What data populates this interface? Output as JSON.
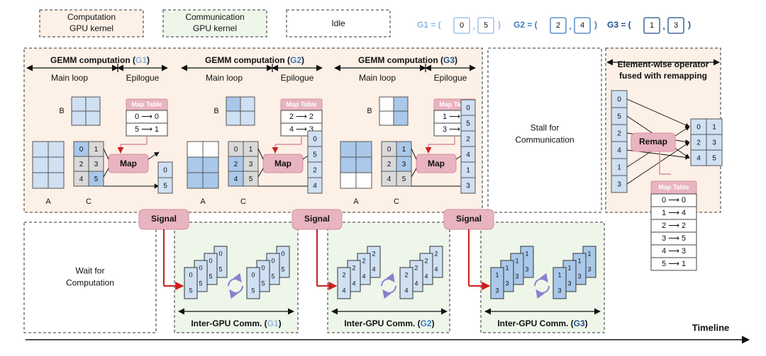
{
  "legend": {
    "computation": "Computation\nGPU kernel",
    "communication": "Communication\nGPU kernel",
    "idle": "Idle"
  },
  "groups": [
    {
      "label": "G1 = (",
      "a": "0",
      "b": "5",
      "close": ")",
      "color": "#8fb8e0"
    },
    {
      "label": "G2 = (",
      "a": "2",
      "b": "4",
      "close": ")",
      "color": "#3a7bbf"
    },
    {
      "label": "G3 = (",
      "a": "1",
      "b": "3",
      "close": ")",
      "color": "#1f4e8c"
    }
  ],
  "gemm": [
    {
      "title_pre": "GEMM computation (",
      "g": "G1",
      "title_post": ")",
      "g_color": "#8fb8e0",
      "main_loop": "Main loop",
      "epilogue": "Epilogue",
      "label_b": "B",
      "label_a": "A",
      "label_c": "C",
      "c_cells": [
        "0",
        "1",
        "2",
        "3",
        "4",
        "5"
      ],
      "map": "Map",
      "map_table_title": "Map Table",
      "map_rows": [
        "0 ⟶ 0",
        "5 ⟶ 1"
      ],
      "out_cells": [
        "0",
        "5"
      ],
      "signal": "Signal"
    },
    {
      "title_pre": "GEMM computation (",
      "g": "G2",
      "title_post": ")",
      "g_color": "#3a7bbf",
      "main_loop": "Main loop",
      "epilogue": "Epilogue",
      "label_b": "B",
      "label_a": "A",
      "label_c": "C",
      "c_cells": [
        "0",
        "1",
        "2",
        "3",
        "4",
        "5"
      ],
      "map": "Map",
      "map_table_title": "Map Table",
      "map_rows": [
        "2 ⟶ 2",
        "4 ⟶ 3"
      ],
      "out_cells": [
        "0",
        "5",
        "2",
        "4"
      ],
      "signal": "Signal"
    },
    {
      "title_pre": "GEMM computation (",
      "g": "G3",
      "title_post": ")",
      "g_color": "#1f4e8c",
      "main_loop": "Main loop",
      "epilogue": "Epilogue",
      "label_b": "B",
      "label_a": "A",
      "label_c": "C",
      "c_cells": [
        "0",
        "1",
        "2",
        "3",
        "4",
        "5"
      ],
      "map": "Map",
      "map_table_title": "Map Table",
      "map_rows": [
        "1 ⟶ 4",
        "3 ⟶ 5"
      ],
      "out_cells": [
        "0",
        "5",
        "2",
        "4",
        "1",
        "3"
      ],
      "signal": "Signal"
    }
  ],
  "stall": "Stall for\nCommunication",
  "wait": "Wait for\nComputation",
  "comm": [
    {
      "pre": "Inter-GPU Comm. (",
      "g": "G1",
      "post": ")",
      "g_color": "#8fb8e0",
      "cells": [
        "0",
        "5"
      ]
    },
    {
      "pre": "Inter-GPU Comm. (",
      "g": "G2",
      "post": ")",
      "g_color": "#3a7bbf",
      "cells": [
        "2",
        "4"
      ]
    },
    {
      "pre": "Inter-GPU Comm. (",
      "g": "G3",
      "post": ")",
      "g_color": "#1f4e8c",
      "cells": [
        "1",
        "3"
      ]
    }
  ],
  "elementwise": {
    "title": "Element-wise operator\nfused with remapping",
    "in_cells": [
      "0",
      "5",
      "2",
      "4",
      "1",
      "3"
    ],
    "out_cells": [
      "0",
      "1",
      "2",
      "3",
      "4",
      "5"
    ],
    "remap": "Remap",
    "map_table_title": "Map Table",
    "map_rows": [
      "0 ⟶ 0",
      "1 ⟶ 4",
      "2 ⟶ 2",
      "3 ⟶ 5",
      "4 ⟶ 3",
      "5 ⟶ 1"
    ]
  },
  "timeline": "Timeline",
  "colors": {
    "compute_bg": "#fdf0e6",
    "comm_bg": "#eef6ea",
    "pink": "#e8b4c0",
    "pink_dark": "#d58ea0",
    "light_blue": "#cfe0f3",
    "mid_blue": "#a9c8ea",
    "gray": "#d9d9d9",
    "arrow_red": "#cc1f1f",
    "cycle": "#8b7fd0"
  }
}
